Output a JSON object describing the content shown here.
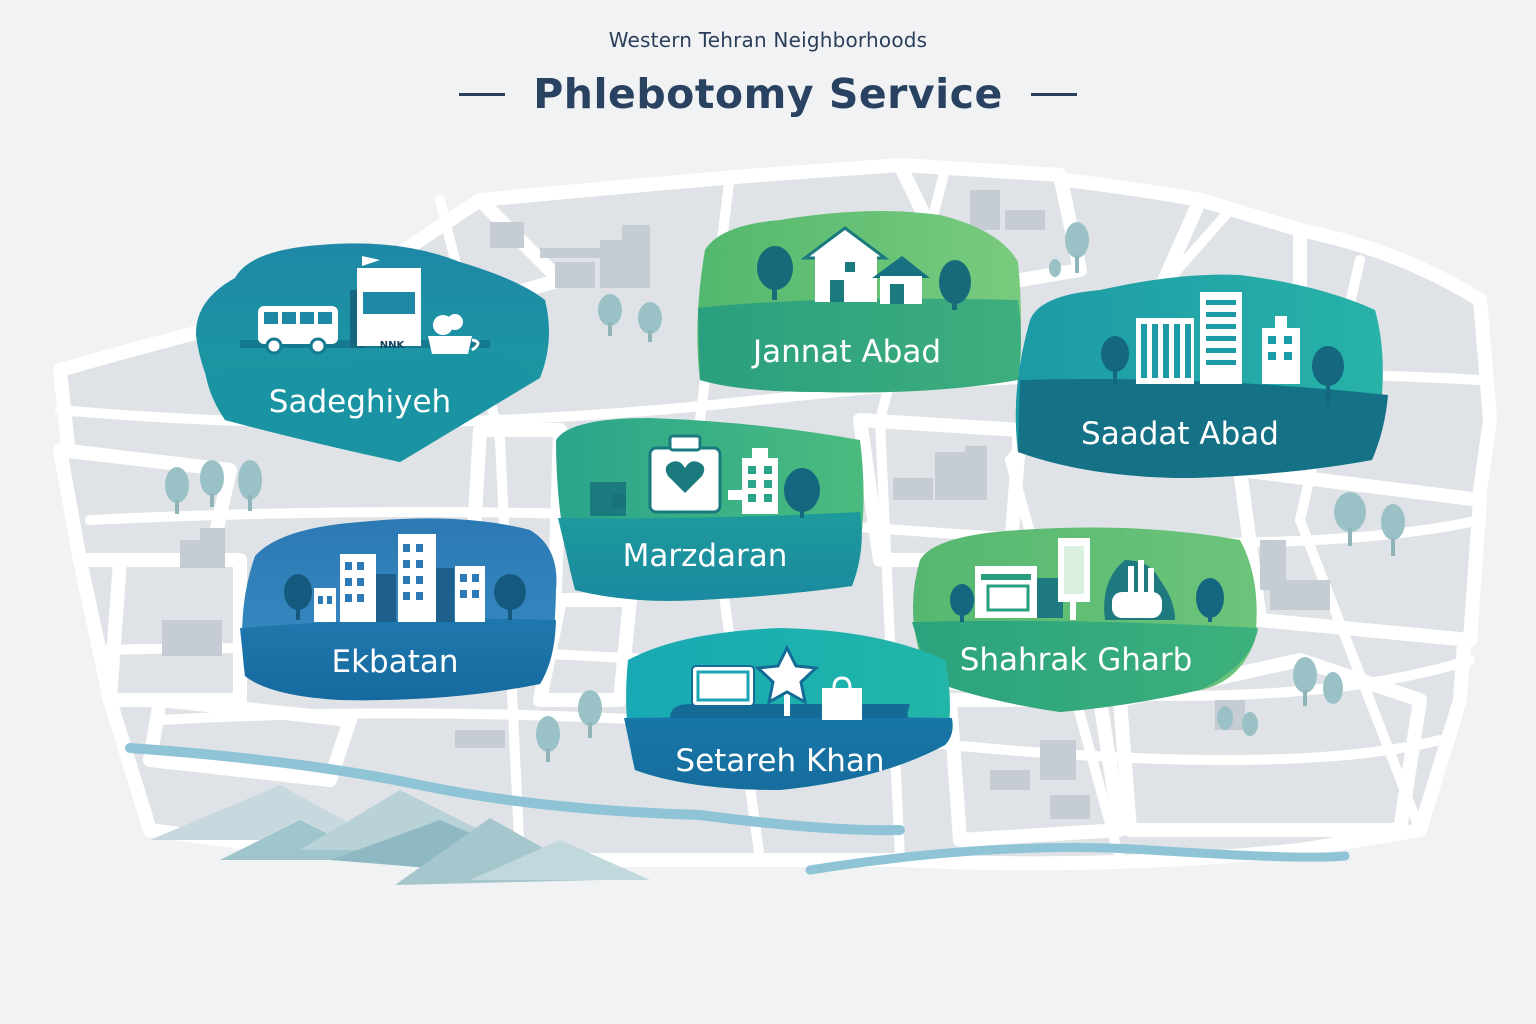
{
  "header": {
    "subtitle": "Western Tehran Neighborhoods",
    "title": "Phlebotomy Service"
  },
  "neighborhoods": [
    {
      "id": "sadeghiyeh",
      "label": "Sadeghiyeh",
      "icon": "bus-kiosk-cafe-icon",
      "sign_text": "NNK"
    },
    {
      "id": "jannat-abad",
      "label": "Jannat Abad",
      "icon": "houses-trees-icon"
    },
    {
      "id": "saadat-abad",
      "label": "Saadat Abad",
      "icon": "highrise-buildings-icon"
    },
    {
      "id": "marzdaran",
      "label": "Marzdaran",
      "icon": "medical-heart-kit-icon"
    },
    {
      "id": "ekbatan",
      "label": "Ekbatan",
      "icon": "apartment-complex-icon"
    },
    {
      "id": "shahrak-gharb",
      "label": "Shahrak Gharb",
      "icon": "modern-building-icon"
    },
    {
      "id": "setareh-khan",
      "label": "Setareh Khan",
      "icon": "star-shop-icon"
    }
  ],
  "colors": {
    "title": "#2a4262",
    "background": "#f1f2f3",
    "teal": "#1f96a6",
    "green": "#5fbd7a",
    "blue": "#2a7fb3",
    "river": "#8ec4d6"
  }
}
